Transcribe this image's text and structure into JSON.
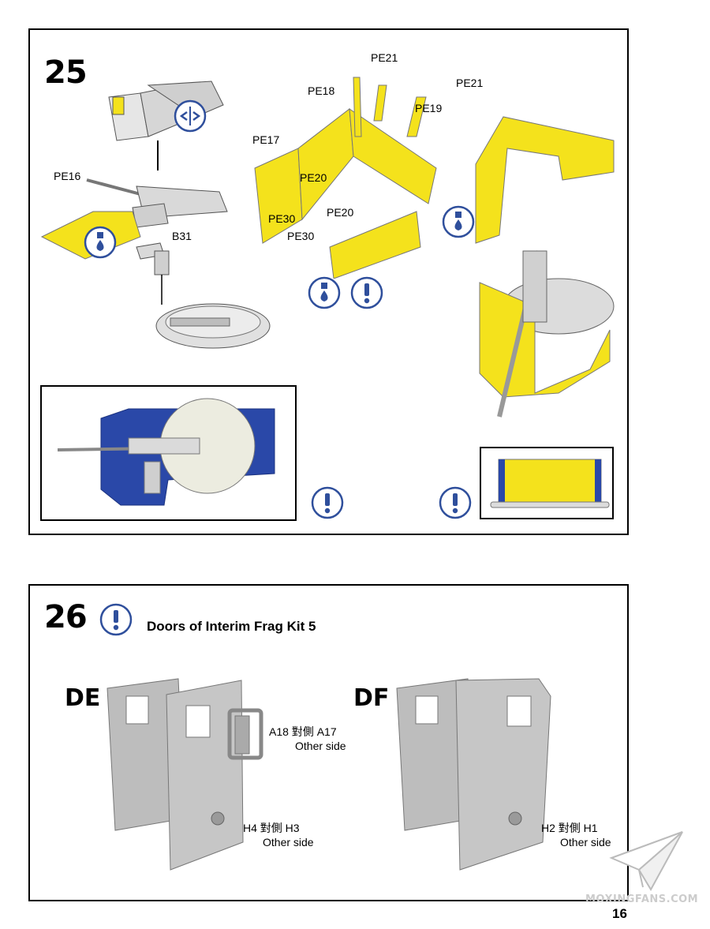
{
  "step25": {
    "number": "25",
    "labels": {
      "pe16": "PE16",
      "b31": "B31",
      "pe17": "PE17",
      "pe18": "PE18",
      "pe19": "PE19",
      "pe20a": "PE20",
      "pe20b": "PE20",
      "pe21a": "PE21",
      "pe21b": "PE21",
      "pe30a": "PE30",
      "pe30b": "PE30"
    }
  },
  "step26": {
    "number": "26",
    "title": "Doors of Interim Frag Kit 5",
    "variant_de": "DE",
    "variant_df": "DF",
    "de_upper": "A18 對側 A17",
    "de_upper_other": "Other side",
    "de_lower": "H4 對側  H3",
    "de_lower_other": "Other side",
    "df_lower": "H2 對側  H1",
    "df_lower_other": "Other side"
  },
  "watermark": "MOXINGFANS.COM",
  "page_number": "16",
  "colors": {
    "yellow": "#f4e21c",
    "blue": "#2a48a8",
    "icon_blue": "#2f4f9c",
    "grey": "#bfbfbf"
  }
}
